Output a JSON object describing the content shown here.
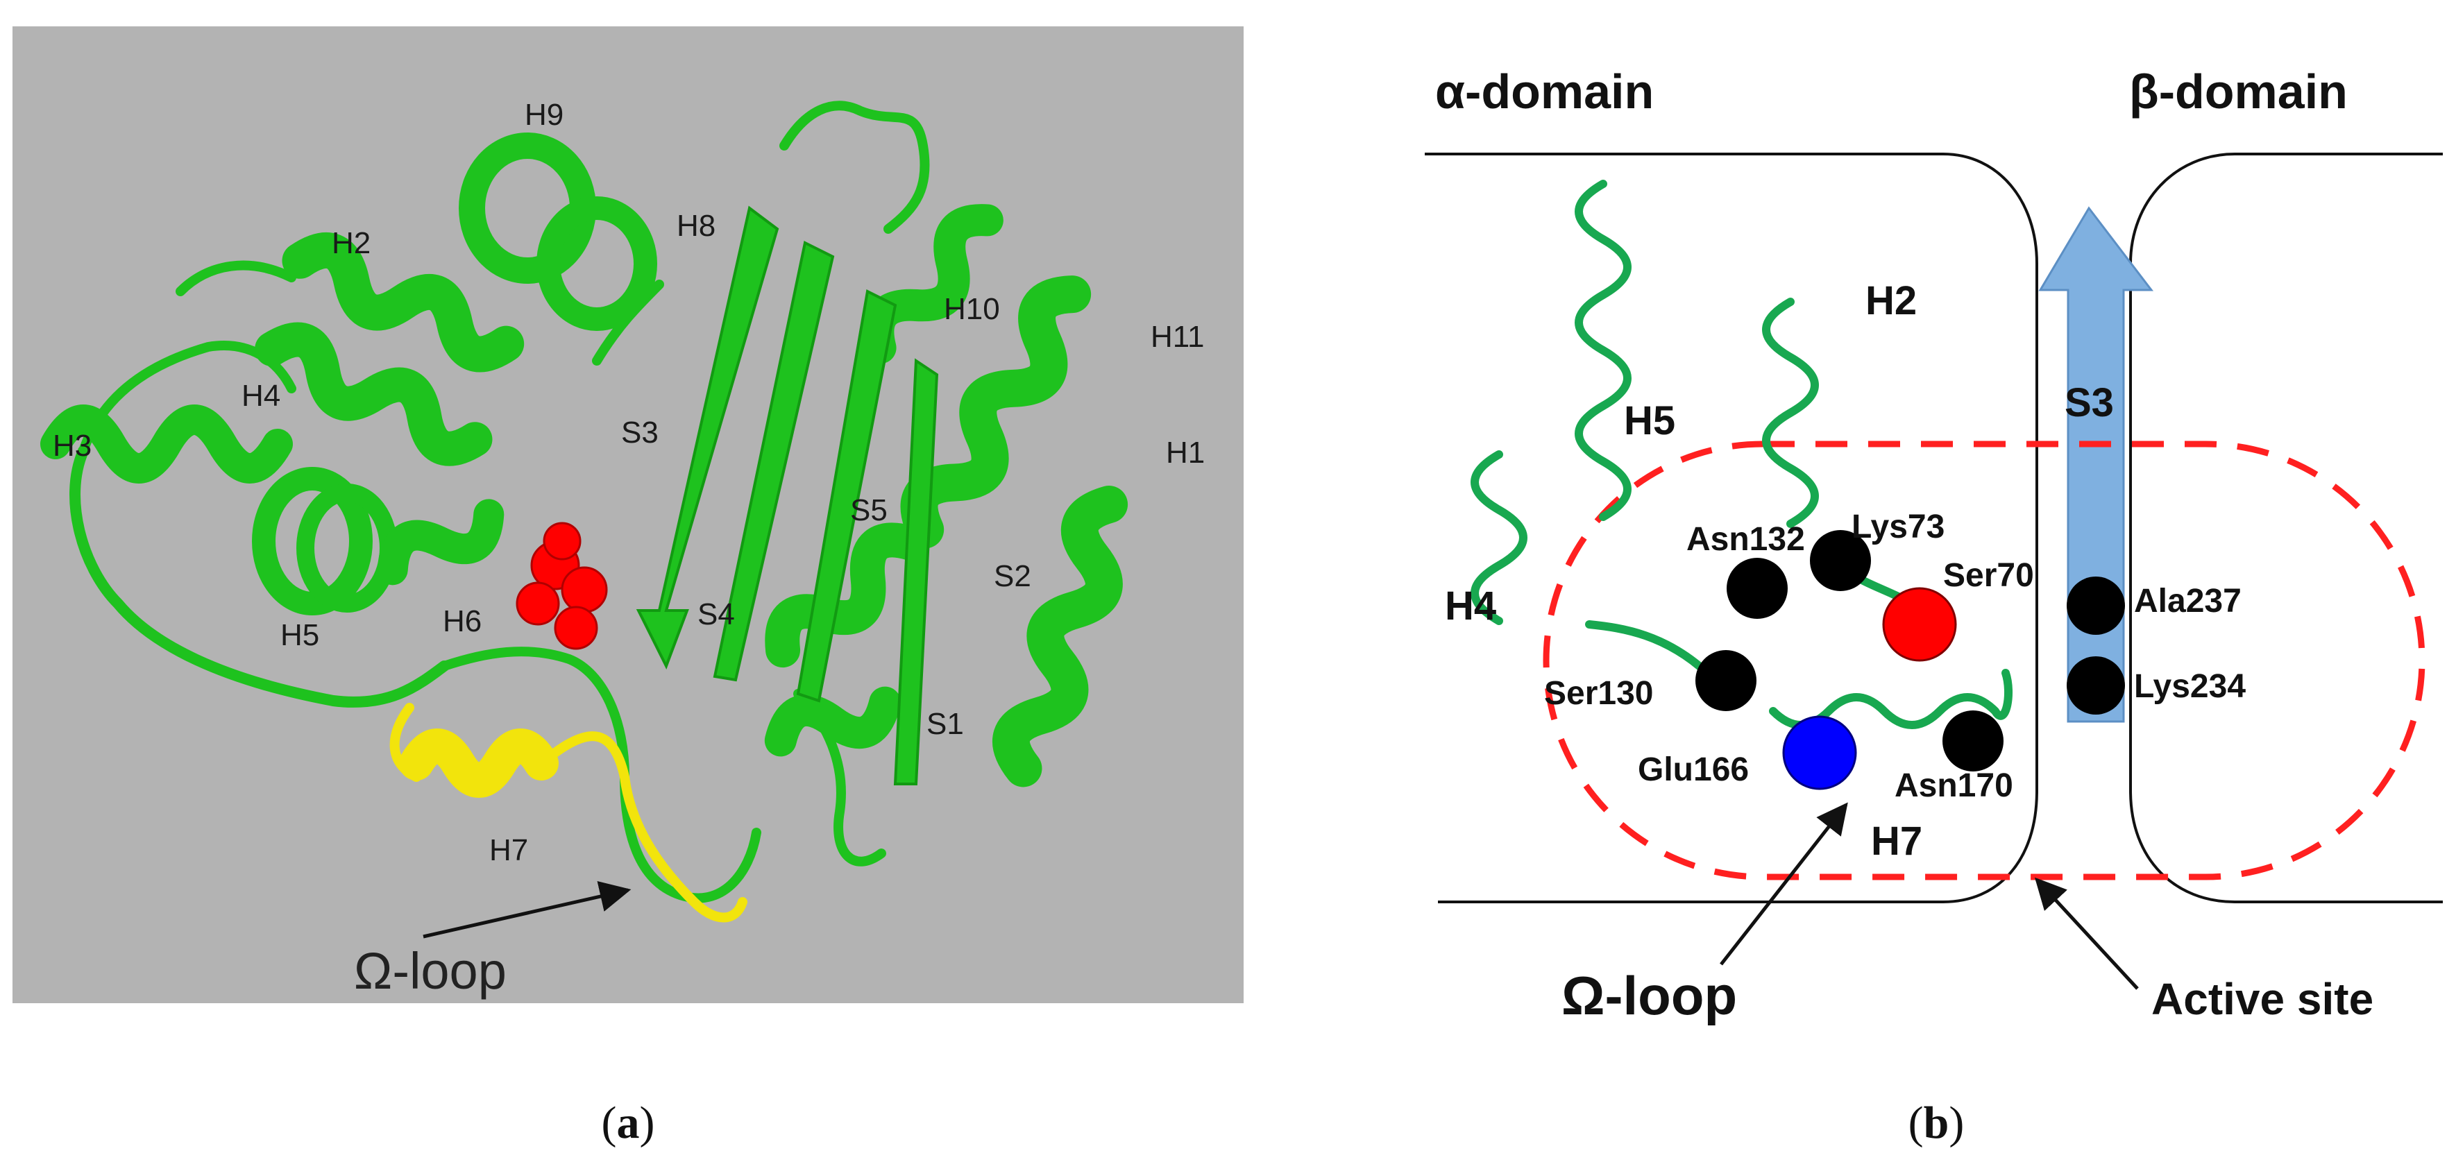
{
  "panel_a": {
    "helix_labels": [
      "H1",
      "H2",
      "H3",
      "H4",
      "H5",
      "H6",
      "H7",
      "H8",
      "H9",
      "H10",
      "H11"
    ],
    "strand_labels": [
      "S1",
      "S2",
      "S3",
      "S4",
      "S5"
    ],
    "omega_loop_label": "Ω-loop",
    "caption_letter": "a",
    "colors": {
      "background": "#b3b3b3",
      "protein": "#1ec21e",
      "omega_loop": "#f2e40c",
      "ligand": "#ff0000"
    }
  },
  "panel_b": {
    "alpha_domain_label": "α-domain",
    "beta_domain_label": "β-domain",
    "helix_labels": {
      "h2": "H2",
      "h4": "H4",
      "h5": "H5",
      "h7": "H7"
    },
    "strand_label": "S3",
    "residues": {
      "asn132": "Asn132",
      "lys73": "Lys73",
      "ser70": "Ser70",
      "ser130": "Ser130",
      "glu166": "Glu166",
      "asn170": "Asn170",
      "ala237": "Ala237",
      "lys234": "Lys234"
    },
    "omega_loop_label": "Ω-loop",
    "active_site_label": "Active site",
    "caption_letter": "b",
    "colors": {
      "ser70": "#ff0000",
      "glu166": "#0000ff",
      "other_residues": "#000000",
      "active_site_outline": "#ff2020",
      "strand_arrow": "#7fb0e0",
      "helix": "#18a850",
      "omega_loop_text": "#1a1acc"
    }
  }
}
